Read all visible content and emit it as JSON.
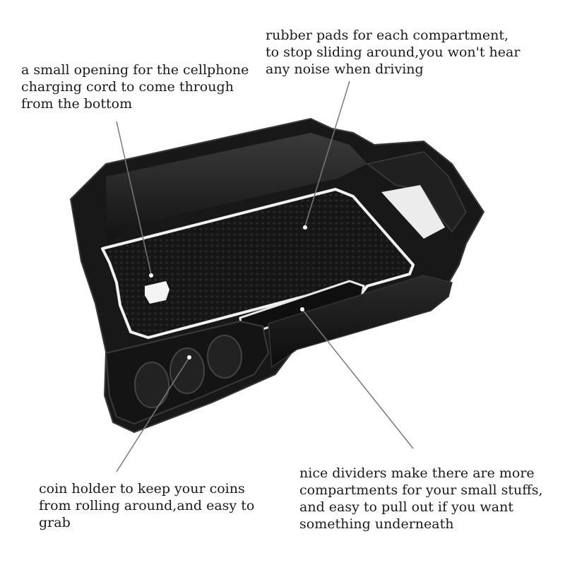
{
  "annotations": {
    "opening": "a small opening for the cellphone\ncharging cord to come through\nfrom the bottom",
    "pads": "rubber pads for each compartment,\nto stop sliding around,you won't hear\nany noise when driving",
    "coin": "coin holder to keep your coins\nfrom rolling around,and easy to\ngrab",
    "dividers": "nice dividers make there are more\ncompartments for your small stuffs,\nand easy to pull out if you want\nsomething underneath"
  },
  "colors": {
    "tray": "#1b1b1b",
    "tray_edge": "#2e2e2e",
    "mat_outline": "#f2f2f2",
    "pointer": "#7a7a7a"
  }
}
